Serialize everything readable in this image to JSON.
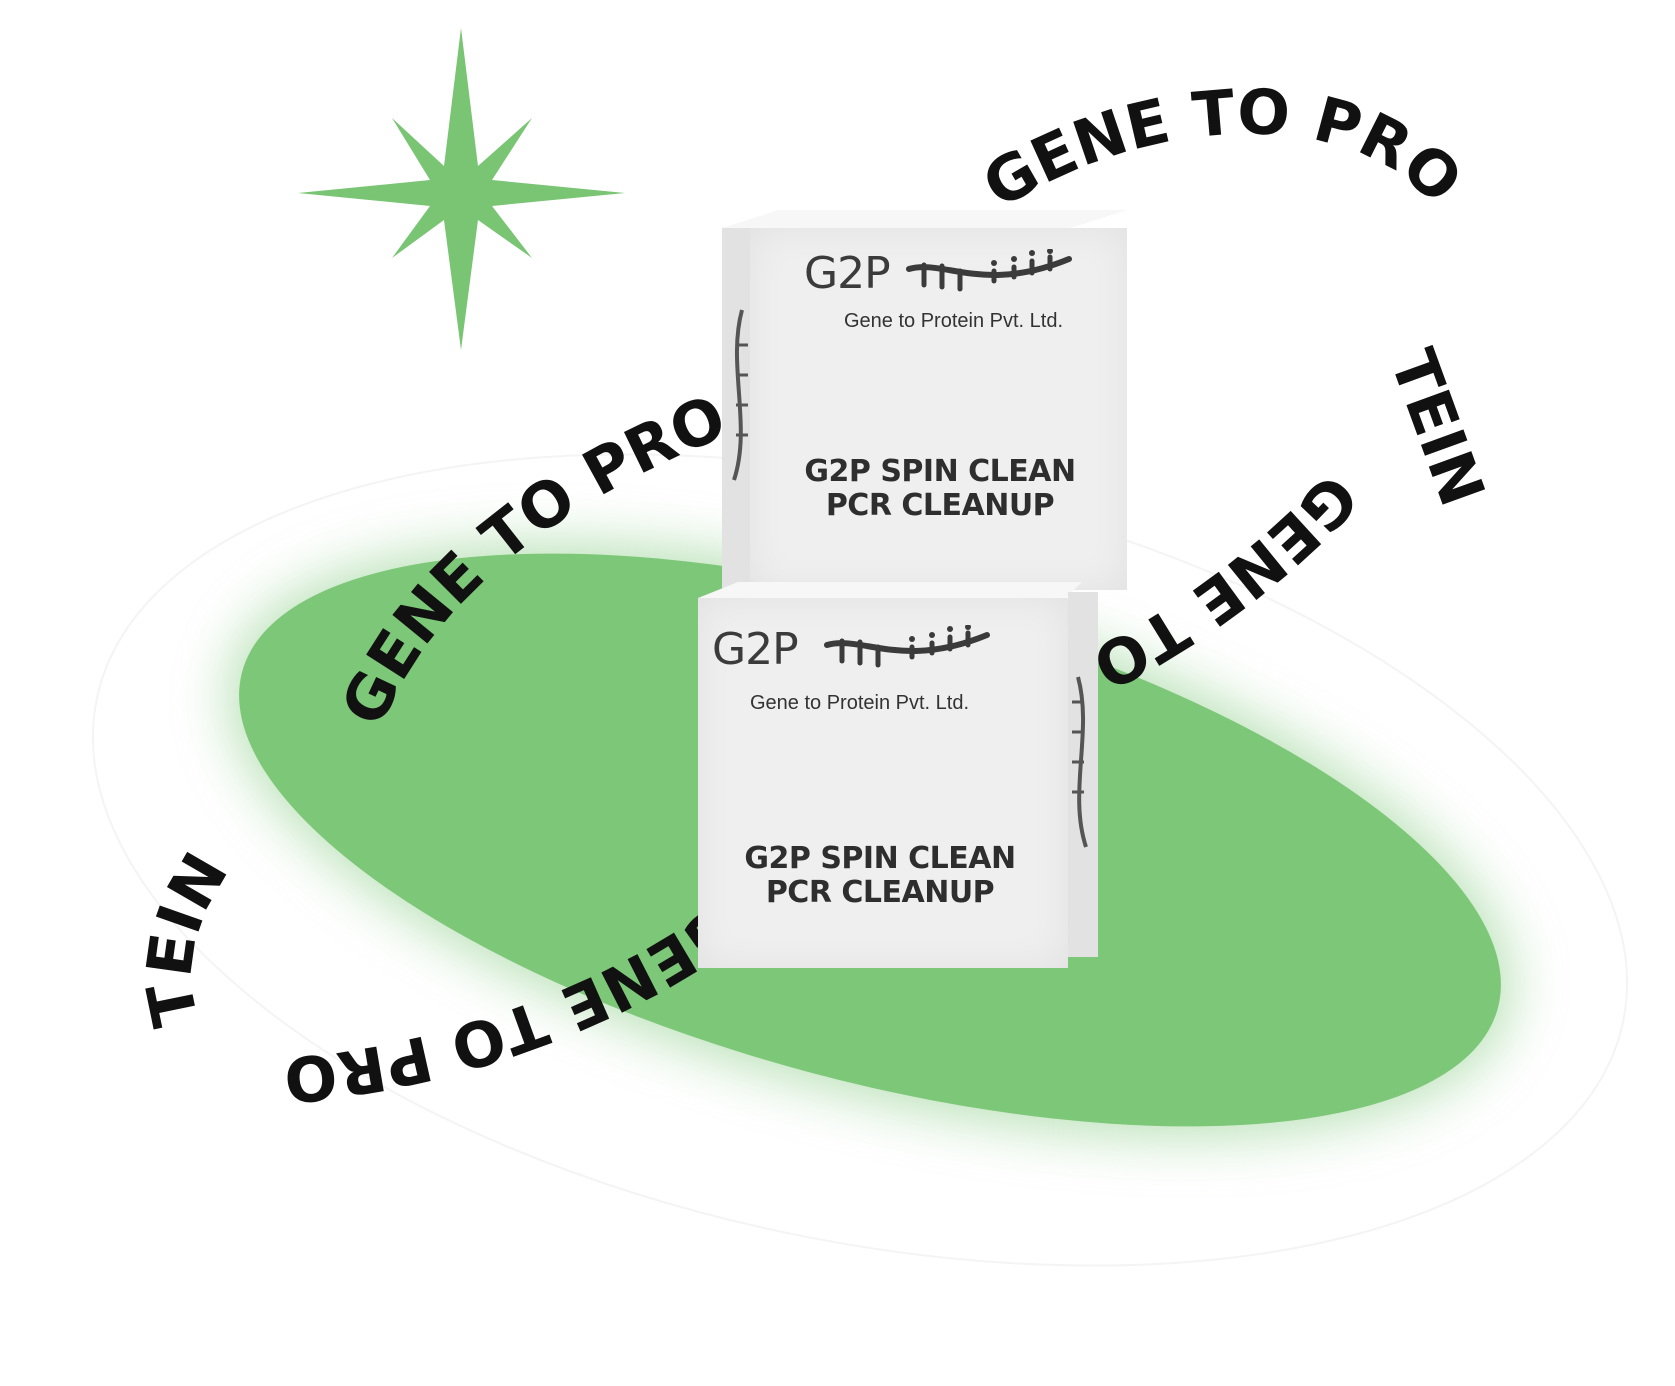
{
  "ring": {
    "segment_1": "GENE TO PRO",
    "segment_2": "TEIN",
    "segment_3": "GENE TO PRO",
    "segment_4": "TEIN",
    "segment_5": "GENE TO",
    "segment_6": "GENE TO PRO"
  },
  "boxes": [
    {
      "brand": "G2P",
      "tagline": "Gene to Protein Pvt. Ltd.",
      "product_line_1": "G2P SPIN CLEAN",
      "product_line_2": "PCR CLEANUP"
    },
    {
      "brand": "G2P",
      "tagline": "Gene to Protein Pvt. Ltd.",
      "product_line_1": "G2P SPIN CLEAN",
      "product_line_2": "PCR CLEANUP"
    }
  ],
  "colors": {
    "accent_green": "#7dc778",
    "star_green": "#79c574",
    "text_black": "#111111",
    "box_white": "#efefef"
  },
  "icons": {
    "star": "four-point-sparkle-icon",
    "dna": "dna-helix-icon"
  }
}
